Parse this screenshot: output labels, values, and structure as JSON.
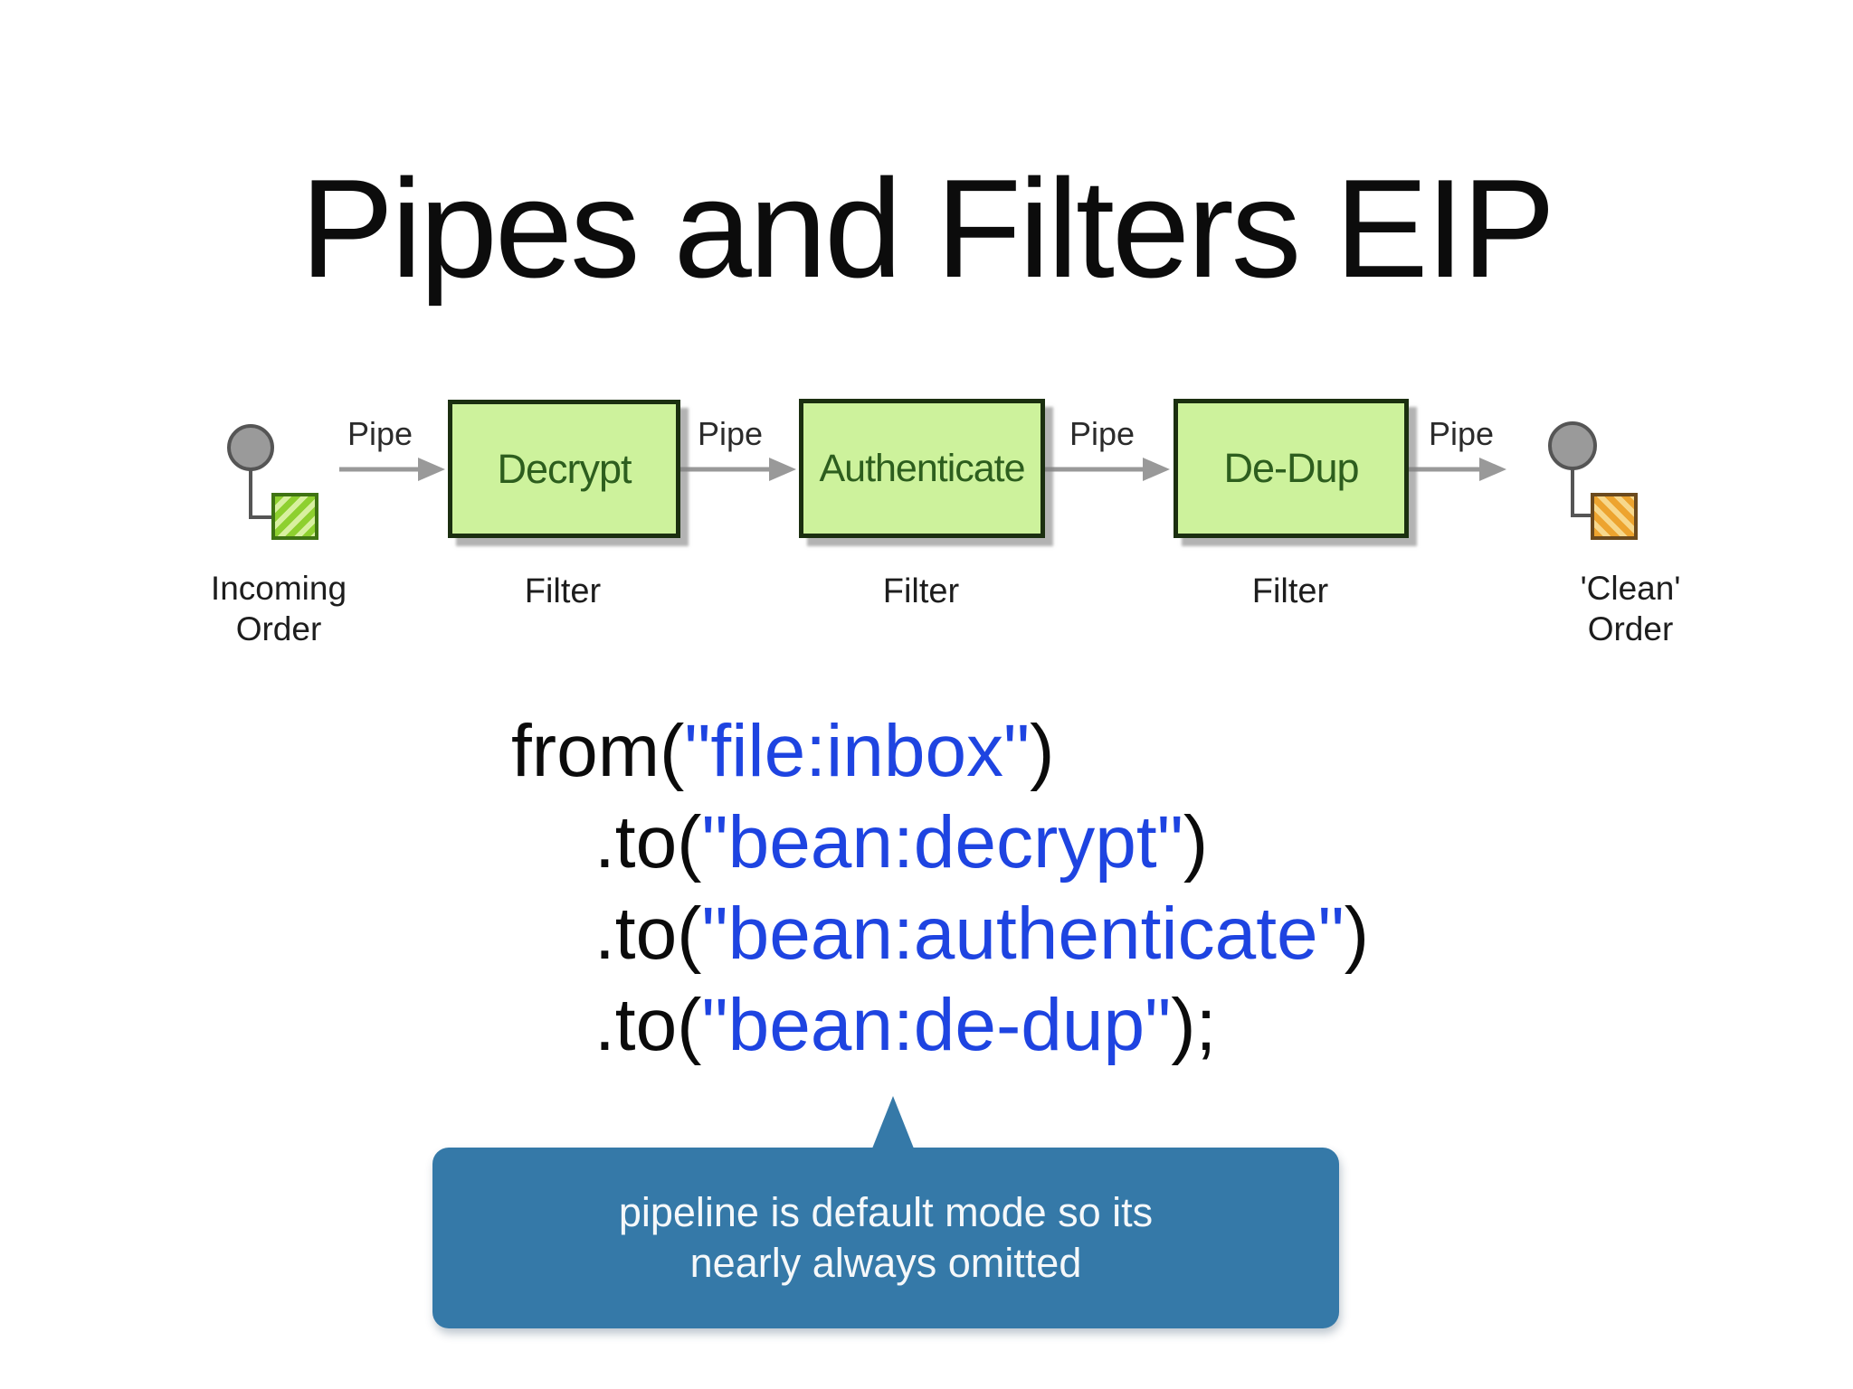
{
  "slide": {
    "title": "Pipes and Filters EIP"
  },
  "diagram": {
    "source": {
      "label_line1": "Incoming",
      "label_line2": "Order"
    },
    "sink": {
      "label_line1": "'Clean'",
      "label_line2": "Order"
    },
    "filters": [
      {
        "name": "Decrypt",
        "type_label": "Filter"
      },
      {
        "name": "Authenticate",
        "type_label": "Filter"
      },
      {
        "name": "De-Dup",
        "type_label": "Filter"
      }
    ],
    "pipe_labels": [
      "Pipe",
      "Pipe",
      "Pipe",
      "Pipe"
    ]
  },
  "code": {
    "lines": [
      {
        "pre": "from(",
        "str": "\"file:inbox\"",
        "post": ")"
      },
      {
        "pre": ".to(",
        "str": "\"bean:decrypt\"",
        "post": ")"
      },
      {
        "pre": ".to(",
        "str": "\"bean:authenticate\"",
        "post": ")"
      },
      {
        "pre": ".to(",
        "str": "\"bean:de-dup\"",
        "post": ");"
      }
    ]
  },
  "callout": {
    "line1": "pipeline is default mode so its",
    "line2": "nearly always omitted"
  },
  "theme": {
    "title_color": "#0c0c0c",
    "box_fill": "#cdf29c",
    "box_border": "#1b2f10",
    "box_text": "#2d5e1e",
    "arrow_color": "#999999",
    "line_color": "#555555",
    "circle_fill": "#9a9a9a",
    "source_border": "#3f7313",
    "source_stripe_a": "#8ed02f",
    "source_stripe_b": "#d8f0a0",
    "sink_border": "#6b4a1e",
    "sink_stripe_a": "#eda42f",
    "sink_stripe_b": "#f7d88c",
    "code_plain": "#0b0b0b",
    "code_string": "#1e44e1",
    "callout_bg": "#3579a8",
    "callout_text": "#f5f8fa",
    "label_color": "#1d1d1d"
  }
}
